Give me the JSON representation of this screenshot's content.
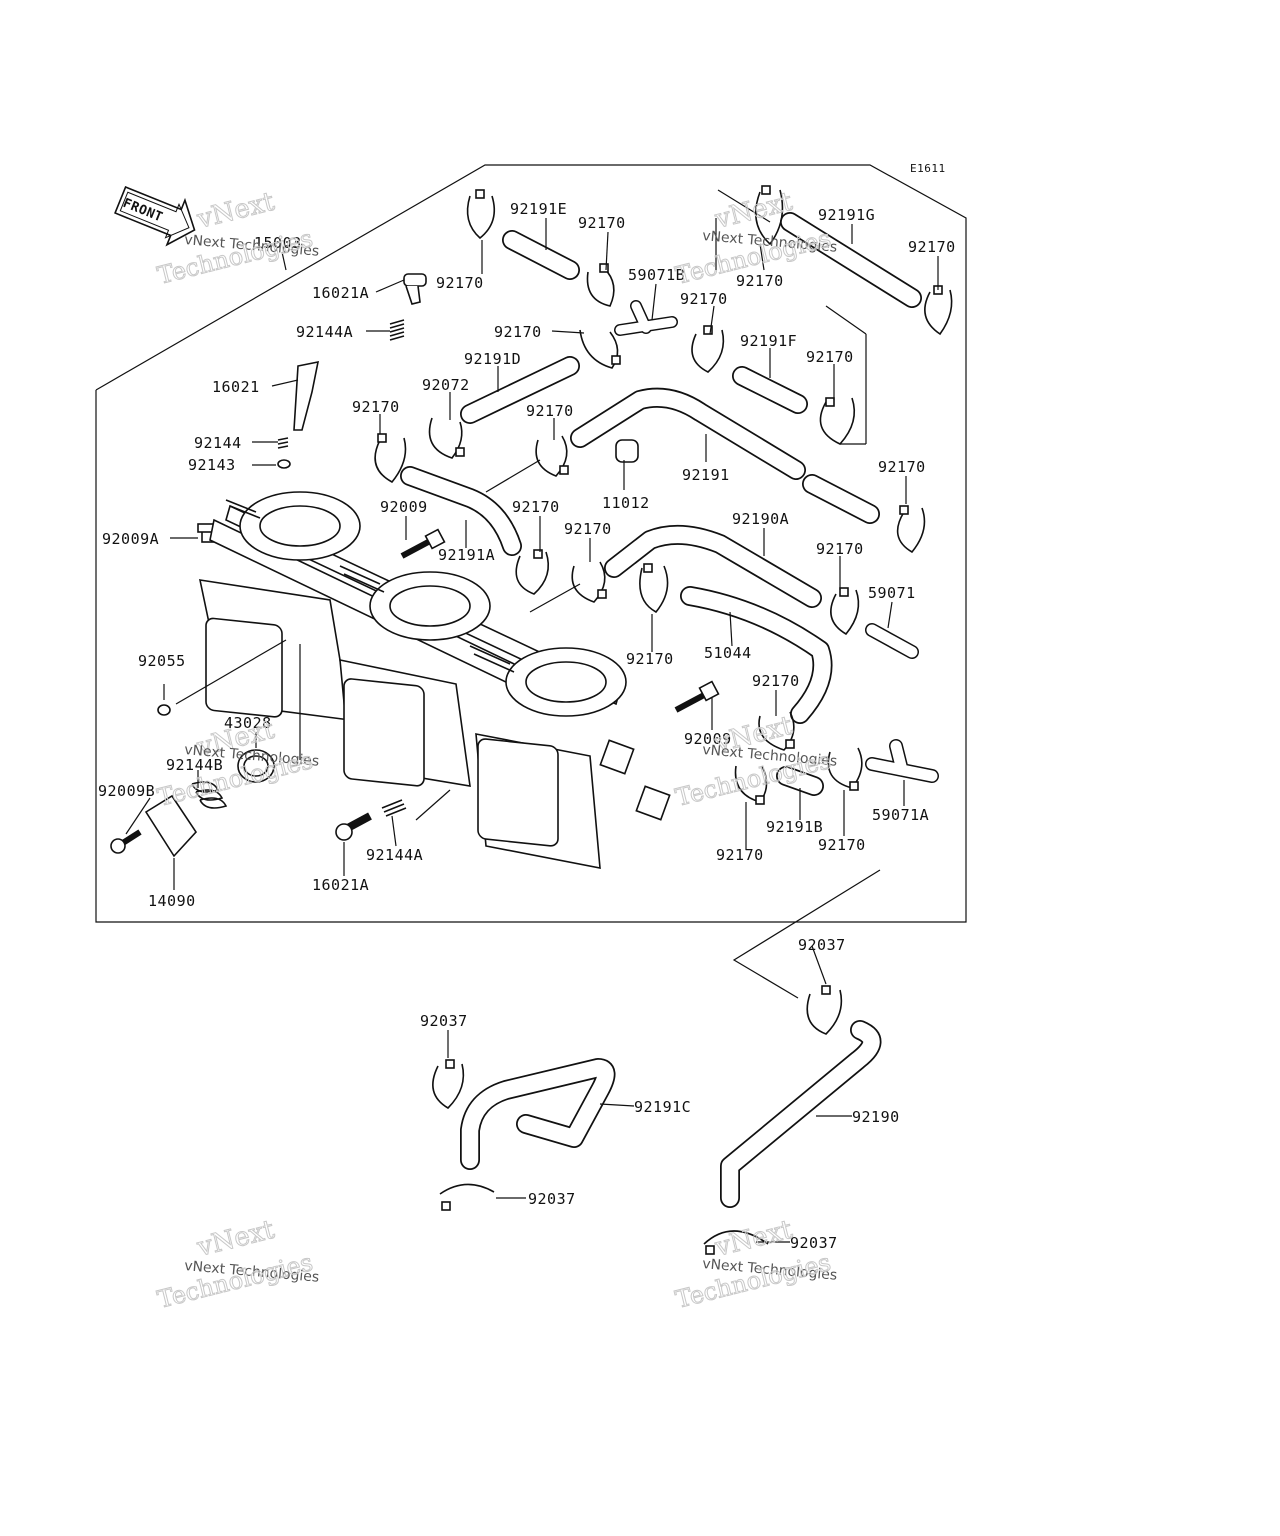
{
  "diagram_code": "E1611",
  "front_label": "FRONT",
  "watermark": {
    "line1": "vNext Technologies",
    "line2": "vNext",
    "line3": "Technologies"
  },
  "parts": {
    "p15003": "15003",
    "p16021A_top": "16021A",
    "p92144A_top": "92144A",
    "p16021": "16021",
    "p92144": "92144",
    "p92143": "92143",
    "p92009A": "92009A",
    "p92055": "92055",
    "p43028": "43028",
    "p92144B": "92144B",
    "p92009B": "92009B",
    "p14090": "14090",
    "p16021A_bot": "16021A",
    "p92144A_bot": "92144A",
    "p92170_a": "92170",
    "p92191E": "92191E",
    "p92170_b": "92170",
    "p59071B": "59071B",
    "p92170_c": "92170",
    "p92191G": "92191G",
    "p92170_d": "92170",
    "p92170_e": "92170",
    "p92170_f": "92170",
    "p92191F": "92191F",
    "p92170_g": "92170",
    "p92191D": "92191D",
    "p92072": "92072",
    "p92170_h": "92170",
    "p92170_i": "92170",
    "p11012": "11012",
    "p92191": "92191",
    "p92170_j": "92170",
    "p92009_top": "92009",
    "p92191A": "92191A",
    "p92170_k": "92170",
    "p92170_l": "92170",
    "p92190A": "92190A",
    "p92170_m": "92170",
    "p59071": "59071",
    "p92170_n": "92170",
    "p51044": "51044",
    "p92170_o": "92170",
    "p92009_bot": "92009",
    "p59071A": "59071A",
    "p92191B": "92191B",
    "p92170_p": "92170",
    "p92170_q": "92170",
    "p92037_a": "92037",
    "p92037_b": "92037",
    "p92191C": "92191C",
    "p92037_c": "92037",
    "p92190": "92190",
    "p92037_d": "92037"
  }
}
